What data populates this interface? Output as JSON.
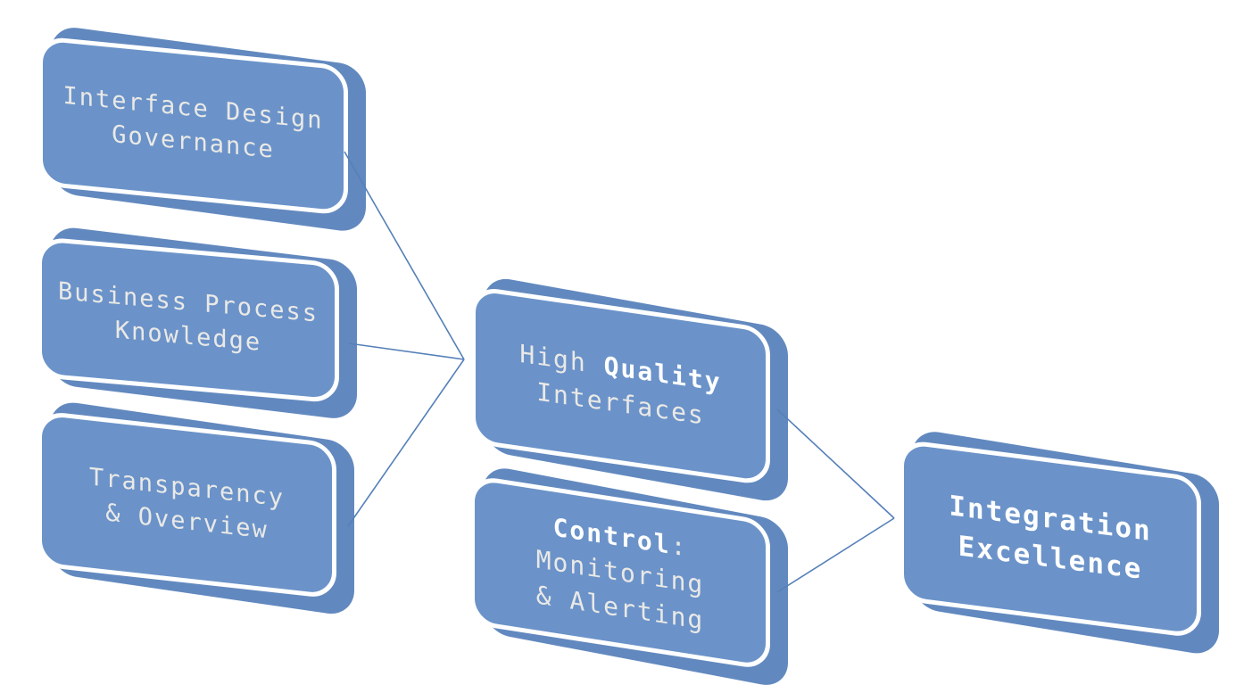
{
  "page": {
    "background": "#ffffff"
  },
  "diagram": {
    "type": "converging-process-smartart",
    "colors": {
      "face_fill": "#6b93c9",
      "side_fill": "#6289bf",
      "outline": "#ffffff",
      "connector": "#5580b8",
      "text_regular": "#eae9e6",
      "text_bold": "#ffffff",
      "background": "#ffffff"
    },
    "nodes": [
      {
        "id": "interface-design-governance",
        "lines": [
          [
            {
              "text": "Interface Design",
              "bold": false
            }
          ],
          [
            {
              "text": "Governance",
              "bold": false
            }
          ]
        ]
      },
      {
        "id": "business-process-knowledge",
        "lines": [
          [
            {
              "text": "Business Process",
              "bold": false
            }
          ],
          [
            {
              "text": "Knowledge",
              "bold": false
            }
          ]
        ]
      },
      {
        "id": "transparency-overview",
        "lines": [
          [
            {
              "text": "Transparency",
              "bold": false
            }
          ],
          [
            {
              "text": "& Overview",
              "bold": false
            }
          ]
        ]
      },
      {
        "id": "high-quality-interfaces",
        "lines": [
          [
            {
              "text": "High ",
              "bold": false
            },
            {
              "text": "Quality",
              "bold": true
            }
          ],
          [
            {
              "text": "Interfaces",
              "bold": false
            }
          ]
        ]
      },
      {
        "id": "control-monitoring-alerting",
        "lines": [
          [
            {
              "text": "Control",
              "bold": true
            },
            {
              "text": ":",
              "bold": false
            }
          ],
          [
            {
              "text": "Monitoring",
              "bold": false
            }
          ],
          [
            {
              "text": "& Alerting",
              "bold": false
            }
          ]
        ]
      },
      {
        "id": "integration-excellence",
        "lines": [
          [
            {
              "text": "Integration",
              "bold": true
            }
          ],
          [
            {
              "text": "Excellence",
              "bold": true
            }
          ]
        ]
      }
    ],
    "connectors": [
      {
        "from": "interface-design-governance",
        "to": "high-quality-interfaces"
      },
      {
        "from": "business-process-knowledge",
        "to": "high-quality-interfaces"
      },
      {
        "from": "transparency-overview",
        "to": "high-quality-interfaces"
      },
      {
        "from": "high-quality-interfaces",
        "to": "integration-excellence"
      },
      {
        "from": "control-monitoring-alerting",
        "to": "integration-excellence"
      }
    ]
  }
}
